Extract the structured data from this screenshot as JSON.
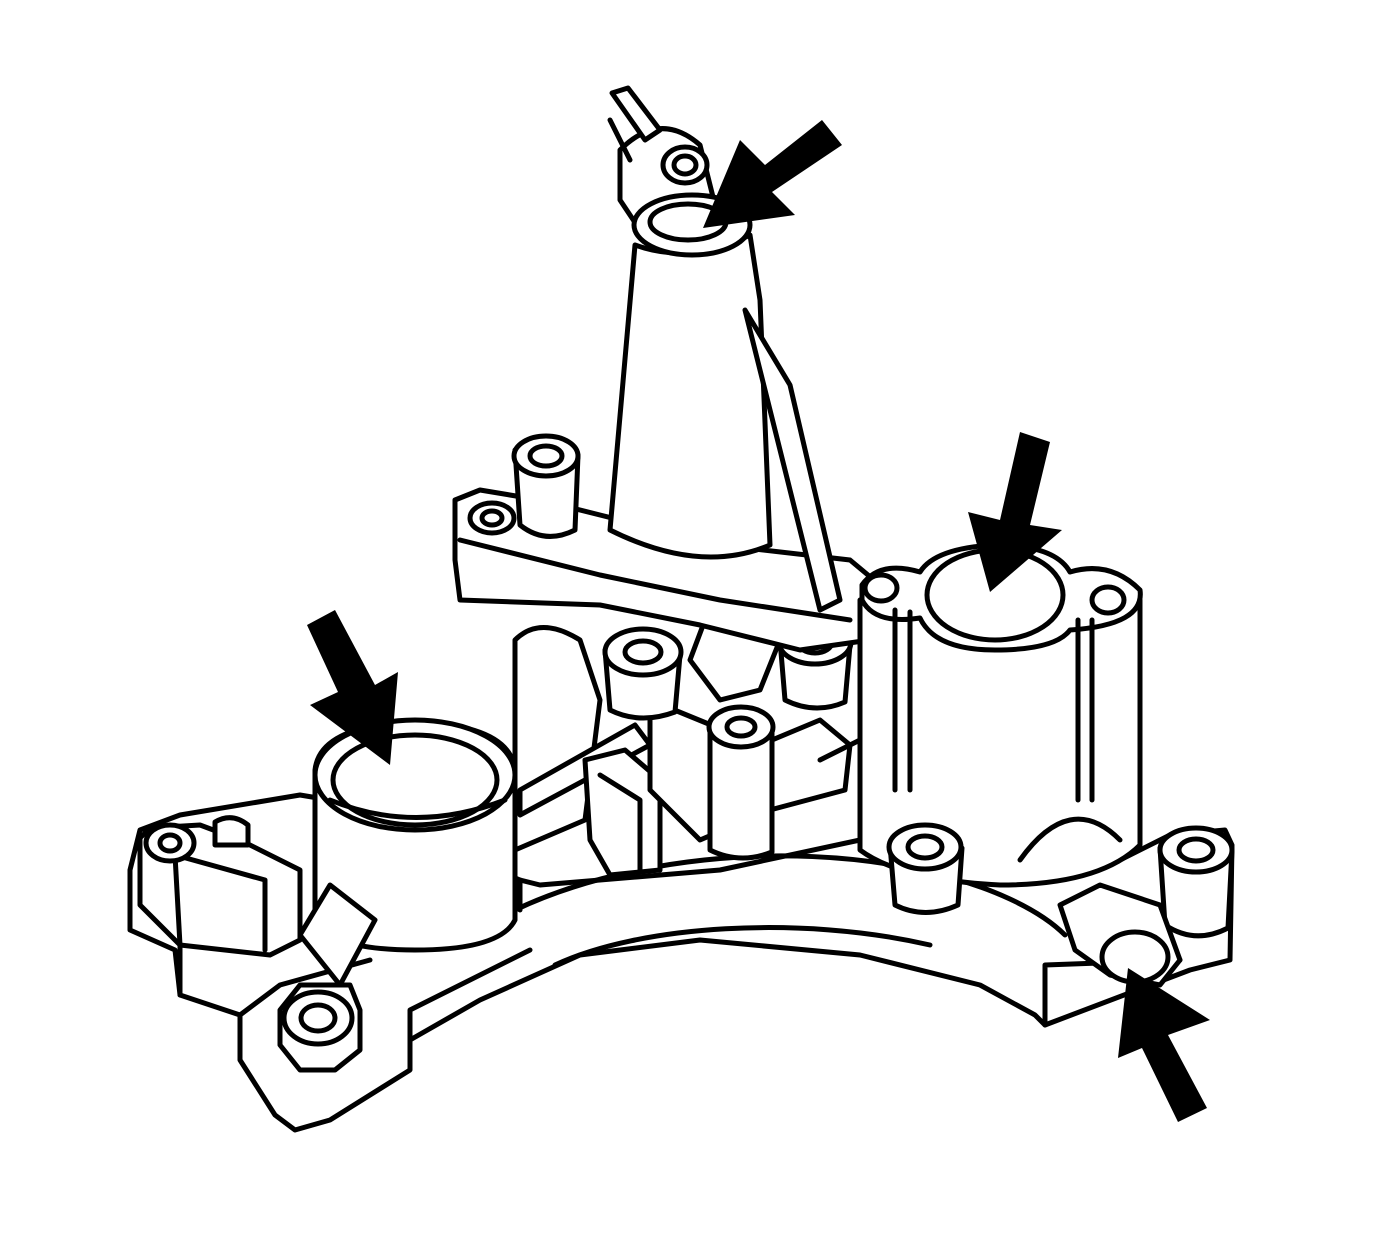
{
  "figure": {
    "subject": "",
    "background_color": "#ffffff",
    "line_color": "#000000"
  },
  "callout_arrows": [
    {
      "name": "arrow-upper-mount-bore"
    },
    {
      "name": "arrow-right-cylinder-port"
    },
    {
      "name": "arrow-left-cylinder-port"
    },
    {
      "name": "arrow-lower-right-mount-hole"
    }
  ]
}
